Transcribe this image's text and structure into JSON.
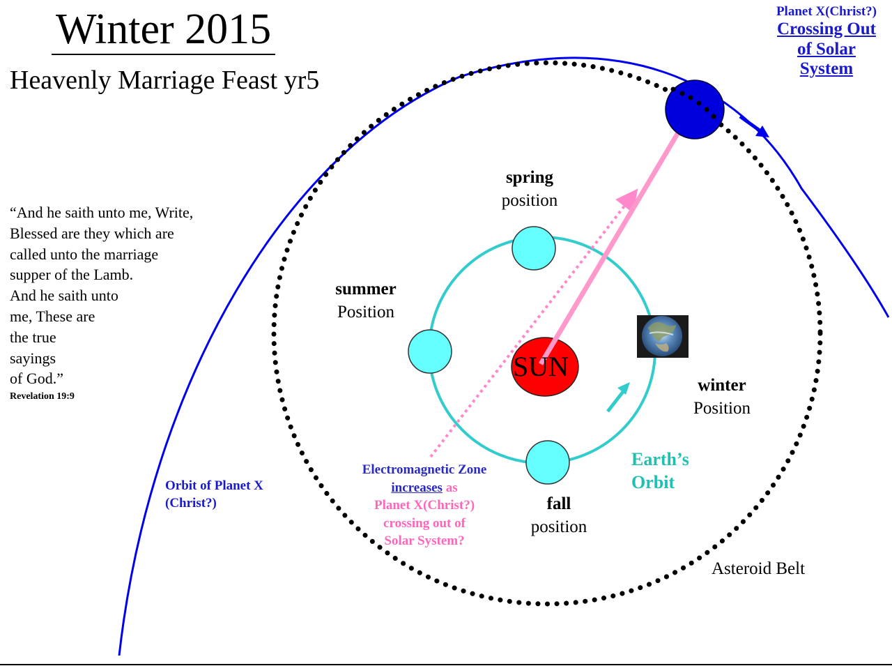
{
  "title": "Winter 2015",
  "subtitle": "Heavenly Marriage Feast yr5",
  "planet_x_label": {
    "line1": "Planet X(Christ?)",
    "line2": "Crossing Out",
    "line3": "of Solar",
    "line4": "System"
  },
  "quote": {
    "lines": [
      "“And he saith unto me, Write,",
      "Blessed are they which are",
      "called unto the marriage",
      "supper of the Lamb.",
      "And he saith unto",
      "me, These are",
      "the true",
      "sayings",
      "of God.”"
    ],
    "reference": "Revelation 19:9"
  },
  "seasons": {
    "spring": {
      "name": "spring",
      "word": "position"
    },
    "summer": {
      "name": "summer",
      "word": "Position"
    },
    "winter": {
      "name": "winter",
      "word": "Position"
    },
    "fall": {
      "name": "fall",
      "word": "position"
    }
  },
  "sun_label": "SUN",
  "orbit_x_label": {
    "line1": "Orbit of Planet X",
    "line2": "(Christ?)"
  },
  "em_zone": {
    "line1": "Electromagnetic Zone",
    "line2a": "increases",
    "line2b": " as",
    "line3": "Planet X(Christ?)",
    "line4": "crossing out of",
    "line5": "Solar System?"
  },
  "earth_orbit_label": {
    "line1": "Earth’s",
    "line2": "Orbit"
  },
  "asteroid_belt_label": "Asteroid Belt",
  "colors": {
    "planet_x": "#0000dd",
    "orbit_x": "#0000ee",
    "earth_orbit": "#33cccc",
    "season_planet": "#66ffff",
    "sun": "#ff0000",
    "em_line": "#ff88cc",
    "pink_ray": "#ff99cc",
    "asteroid_belt": "#000000"
  }
}
